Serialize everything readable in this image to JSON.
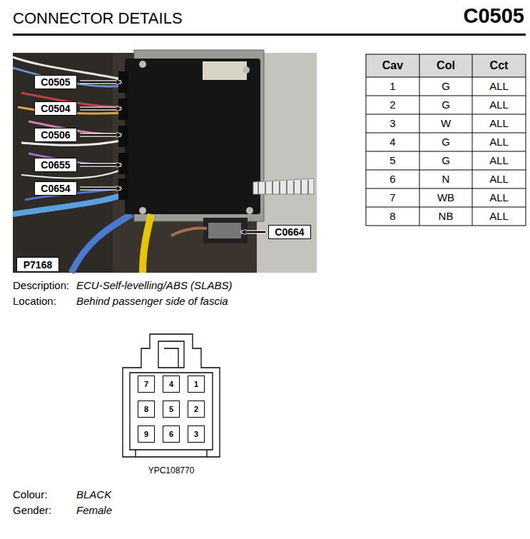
{
  "diagram": {
    "title": "CONNECTOR DETAILS",
    "nodes": [
      {
        "text": [
          "C0505"
        ]
      },
      {
        "text": [
          "C0504"
        ]
      },
      {
        "text": [
          "C0506"
        ]
      },
      {
        "text": [
          "C0655"
        ]
      },
      {
        "text": [
          "C0654"
        ]
      },
      {
        "text": [
          "C0664"
        ]
      },
      {
        "text": [
          "P7168"
        ]
      },
      {
        "text": [
          "7"
        ]
      },
      {
        "text": [
          "4"
        ]
      },
      {
        "text": [
          "1"
        ]
      },
      {
        "text": [
          "8"
        ]
      },
      {
        "text": [
          "5"
        ]
      },
      {
        "text": [
          "2"
        ]
      },
      {
        "text": [
          "9"
        ]
      },
      {
        "text": [
          "6"
        ]
      },
      {
        "text": [
          "3"
        ]
      }
    ],
    "labels": [
      "C0505",
      "Cav",
      "Col",
      "Cct",
      "1",
      "G",
      "ALL",
      "2",
      "G",
      "ALL",
      "3",
      "W",
      "ALL",
      "4",
      "G",
      "ALL",
      "5",
      "G",
      "ALL",
      "6",
      "N",
      "ALL",
      "7",
      "WB",
      "ALL",
      "8",
      "NB",
      "ALL",
      "Description:",
      "ECU-Self-levelling/ABS (SLABS)",
      "Location:",
      "Behind passenger side of fascia",
      "YPC108770",
      "Colour:",
      "BLACK",
      "Gender:",
      "Female"
    ]
  }
}
